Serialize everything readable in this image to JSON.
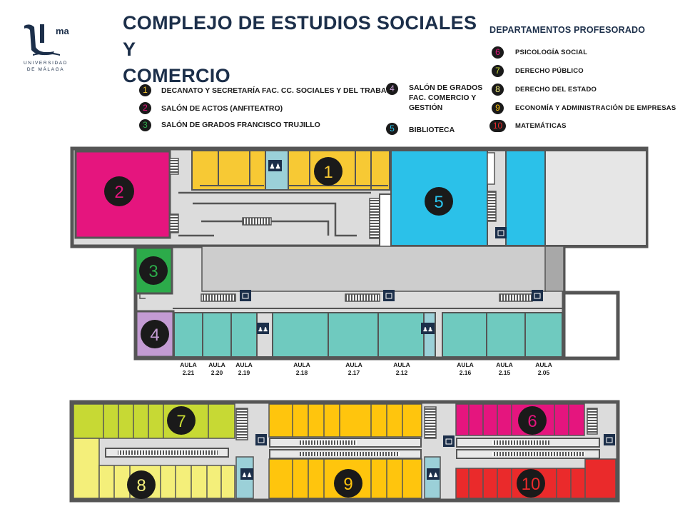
{
  "title_line1": "COMPLEJO DE ESTUDIOS SOCIALES Y",
  "title_line2": "COMERCIO",
  "logo": {
    "mark": "ma",
    "line1": "UNIVERSIDAD",
    "line2": "DE MÁLAGA"
  },
  "colors": {
    "navy": "#1c2f4a",
    "magenta": "#e5157e",
    "yellow": "#f7c934",
    "green": "#2cab4a",
    "lilac": "#c39bd3",
    "cyan": "#2bc1e9",
    "teal": "#6fcabf",
    "lime": "#c7d934",
    "paleyellow": "#f4ef7a",
    "gold": "#ffc50d",
    "red": "#ea2a2b",
    "corridor": "#d8d8d8"
  },
  "legend": [
    {
      "num": "1",
      "label": "DECANATO Y SECRETARÍA FAC. CC. SOCIALES Y DEL TRABAJO",
      "color": "#f7c934"
    },
    {
      "num": "2",
      "label": "SALÓN DE ACTOS (ANFITEATRO)",
      "color": "#e5157e"
    },
    {
      "num": "3",
      "label": "SALÓN DE GRADOS FRANCISCO TRUJILLO",
      "color": "#2cab4a"
    },
    {
      "num": "4",
      "label_lines": [
        "SALÓN DE GRADOS",
        "FAC. COMERCIO Y",
        "GESTIÓN"
      ],
      "color": "#c39bd3"
    },
    {
      "num": "5",
      "label": "BIBLIOTECA",
      "color": "#2bc1e9"
    }
  ],
  "departments": {
    "title": "DEPARTAMENTOS PROFESORADO",
    "items": [
      {
        "num": "6",
        "label": "PSICOLOGÍA SOCIAL",
        "color": "#e5157e"
      },
      {
        "num": "7",
        "label": "DERECHO PÚBLICO",
        "color": "#c7d934"
      },
      {
        "num": "8",
        "label": "DERECHO DEL ESTADO",
        "color": "#f4ef7a"
      },
      {
        "num": "9",
        "label": "ECONOMÍA Y ADMINISTRACIÓN DE EMPRESAS",
        "color": "#ffc50d"
      },
      {
        "num": "10",
        "label": "MATEMÁTICAS",
        "color": "#ea2a2b"
      }
    ]
  },
  "aulas": [
    {
      "word": "AULA",
      "num": "2.21"
    },
    {
      "word": "AULA",
      "num": "2.20"
    },
    {
      "word": "AULA",
      "num": "2.19"
    },
    {
      "word": "AULA",
      "num": "2.18"
    },
    {
      "word": "AULA",
      "num": "2.17"
    },
    {
      "word": "AULA",
      "num": "2.12"
    },
    {
      "word": "AULA",
      "num": "2.16"
    },
    {
      "word": "AULA",
      "num": "2.15"
    },
    {
      "word": "AULA",
      "num": "2.05"
    }
  ],
  "map_numbers": {
    "n1": "1",
    "n2": "2",
    "n3": "3",
    "n4": "4",
    "n5": "5",
    "n6": "6",
    "n7": "7",
    "n8": "8",
    "n9": "9",
    "n10": "10"
  }
}
